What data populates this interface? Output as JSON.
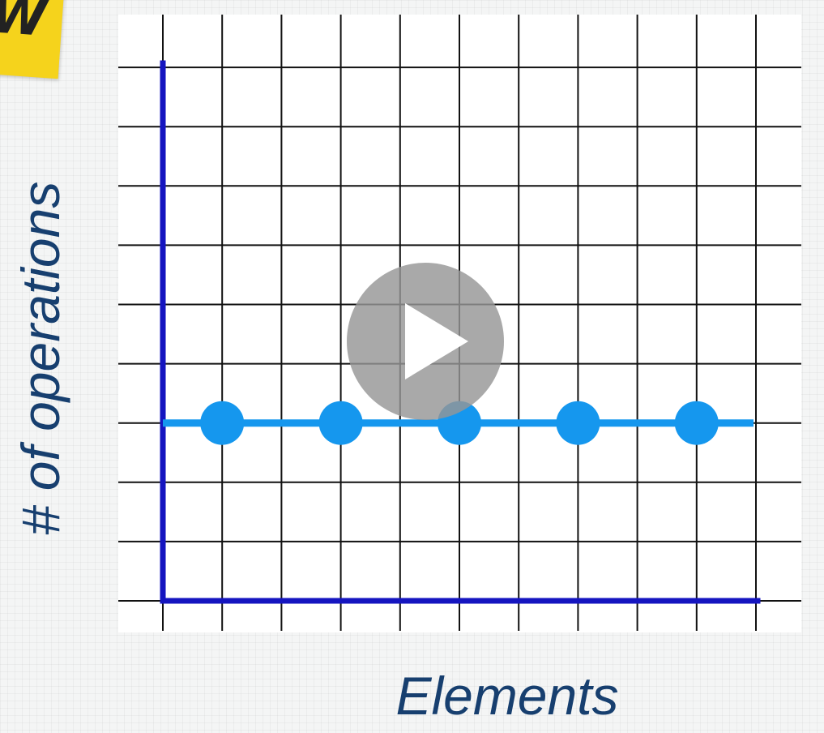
{
  "logo": {
    "letter": "W",
    "color": "#f5d31c"
  },
  "chart_data": {
    "type": "line",
    "title": "",
    "xlabel": "Elements",
    "ylabel": "# of operations",
    "grid": true,
    "xlim": [
      0,
      10
    ],
    "ylim": [
      0,
      9
    ],
    "series": [
      {
        "x": [
          1,
          3,
          5,
          7,
          9
        ],
        "y": [
          3,
          3,
          3,
          3,
          3
        ],
        "color": "#1597ee"
      }
    ],
    "axis_color": "#1515c0"
  },
  "player": {
    "icon": "play-icon"
  }
}
